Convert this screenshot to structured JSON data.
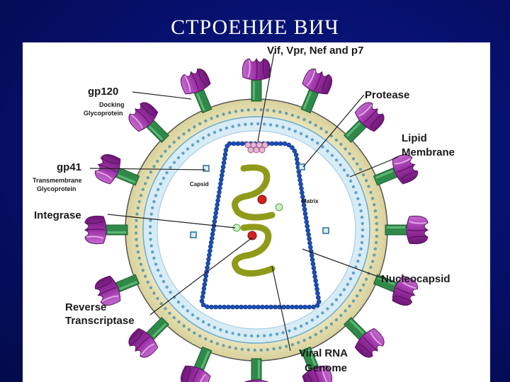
{
  "slide": {
    "title": "СТРОЕНИЕ ВИЧ"
  },
  "labels": {
    "top": "Vif, Vpr, Nef and p7",
    "gp120": "gp120",
    "gp120_sub1": "Docking",
    "gp120_sub2": "Glycoprotein",
    "protease": "Protease",
    "lipid1": "Lipid",
    "lipid2": "Membrane",
    "gp41": "gp41",
    "gp41_sub1": "Transmembrane",
    "gp41_sub2": "Glycoprotein",
    "capsid": "Capsid",
    "matrix": "Matrix",
    "integrase": "Integrase",
    "nucleocapsid": "Nucleocapsid",
    "rt1": "Reverse",
    "rt2": "Transcriptase",
    "rna1": "Viral RNA",
    "rna2": "Genome"
  },
  "colors": {
    "background": "#06106a",
    "envelope": "#e8e2b0",
    "matrix": "#cfe6f3",
    "capsid_bead": "#1b4fb8",
    "spike": "#a03aa8",
    "stem": "#2f8a4a",
    "rna": "#8f9a1a",
    "enzyme_red": "#d32020",
    "enzyme_green": "#c9f0c0"
  }
}
